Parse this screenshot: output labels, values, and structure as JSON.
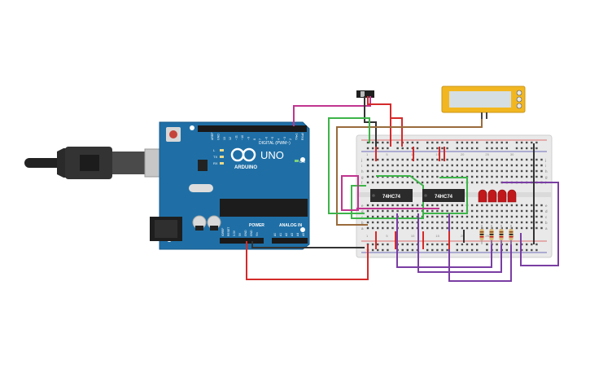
{
  "arduino": {
    "brand": "ARDUINO",
    "model": "UNO",
    "digital_header_label": "DIGITAL (PWM~)",
    "power_label": "POWER",
    "analog_label": "ANALOG IN",
    "on_label": "ON",
    "led_labels": [
      "L",
      "TX",
      "RX"
    ],
    "digital_pin_labels": [
      "AREF",
      "GND",
      "13",
      "12",
      "~11",
      "~10",
      "~9",
      "8",
      "7",
      "~6",
      "~5",
      "4",
      "~3",
      "2",
      "TX▸1",
      "RX◂0"
    ],
    "power_pin_labels": [
      "IOREF",
      "RESET",
      "3.3V",
      "5V",
      "GND",
      "GND",
      "Vin"
    ],
    "analog_pin_labels": [
      "A0",
      "A1",
      "A2",
      "A3",
      "A4",
      "A5"
    ]
  },
  "chips": [
    {
      "label": "74HC74"
    },
    {
      "label": "74HC74"
    }
  ],
  "breadboard": {
    "row_letters_top": [
      "j",
      "i",
      "h",
      "g",
      "f"
    ],
    "row_letters_bottom": [
      "e",
      "d",
      "c",
      "b",
      "a"
    ],
    "column_numbers": [
      "1",
      "5",
      "10",
      "15",
      "20",
      "25",
      "30"
    ]
  },
  "colors": {
    "arduino_board": "#1f6fa6",
    "breadboard": "#e9e9e9",
    "chip": "#2b2b2b",
    "led": "#c0181b",
    "lcd_frame": "#f2b720",
    "lcd_screen": "#d5dee3",
    "wire_magenta": "#c0358f",
    "wire_red": "#d42a2a",
    "wire_green": "#3eb44a",
    "wire_brown": "#9a6b3c",
    "wire_purple": "#7a3ea3",
    "wire_black": "#333333"
  }
}
